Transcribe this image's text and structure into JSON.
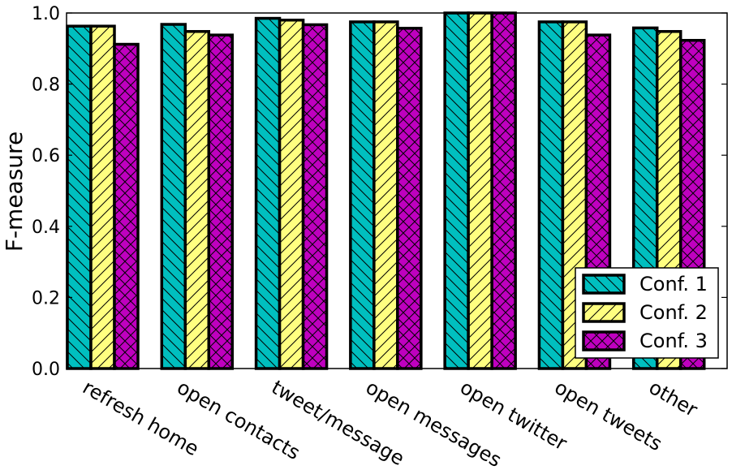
{
  "chart_data": {
    "type": "bar",
    "title": "",
    "xlabel": "",
    "ylabel": "F-measure",
    "ylim": [
      0,
      1.0
    ],
    "yticks": [
      "0.0",
      "0.2",
      "0.4",
      "0.6",
      "0.8",
      "1.0"
    ],
    "grid": false,
    "legend_position": "bottom-right",
    "categories": [
      "refresh home",
      "open contacts",
      "tweet/message",
      "open messages",
      "open twitter",
      "open tweets",
      "other"
    ],
    "series": [
      {
        "name": "Conf. 1",
        "color": "#00bfbf",
        "hatch": "backslash",
        "values": [
          0.963,
          0.968,
          0.985,
          0.975,
          1.0,
          0.975,
          0.958
        ]
      },
      {
        "name": "Conf. 2",
        "color": "#ffff80",
        "hatch": "slash",
        "values": [
          0.963,
          0.948,
          0.98,
          0.975,
          1.0,
          0.975,
          0.948
        ]
      },
      {
        "name": "Conf. 3",
        "color": "#bf00bf",
        "hatch": "cross",
        "values": [
          0.912,
          0.938,
          0.967,
          0.957,
          1.0,
          0.938,
          0.923
        ]
      }
    ]
  }
}
